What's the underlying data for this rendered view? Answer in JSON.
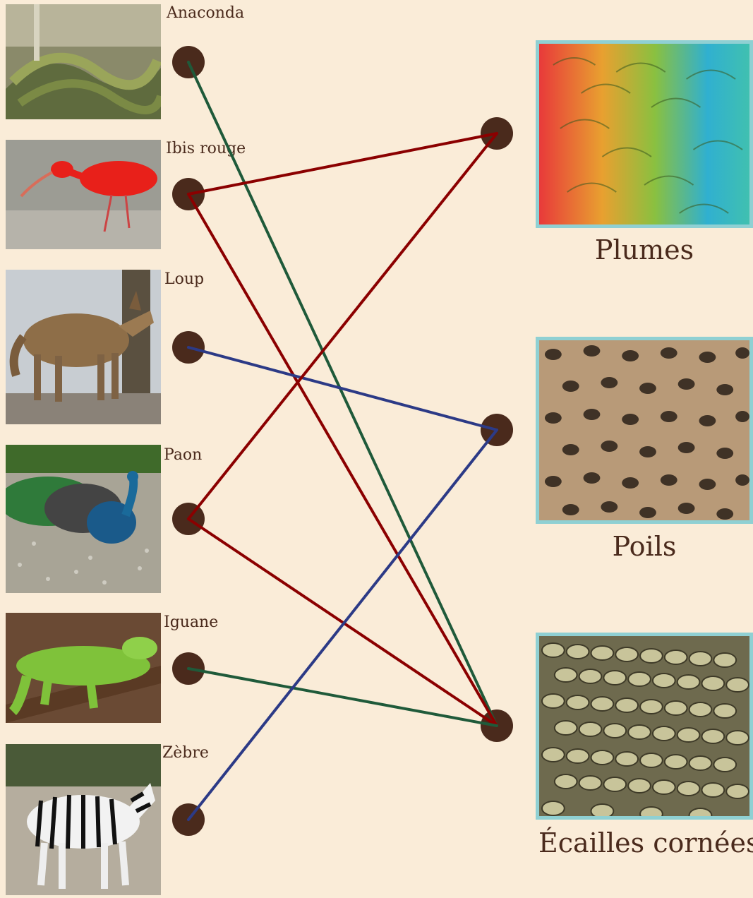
{
  "animals": [
    {
      "label": "Anaconda",
      "icon": "anaconda-photo"
    },
    {
      "label": "Ibis rouge",
      "icon": "scarlet-ibis-photo"
    },
    {
      "label": "Loup",
      "icon": "wolf-photo"
    },
    {
      "label": "Paon",
      "icon": "peacock-photo"
    },
    {
      "label": "Iguane",
      "icon": "iguana-photo"
    },
    {
      "label": "Zèbre",
      "icon": "zebra-photo"
    }
  ],
  "categories": [
    {
      "label": "Plumes",
      "icon": "feathers-texture"
    },
    {
      "label": "Poils",
      "icon": "fur-texture"
    },
    {
      "label": "Écailles cornées",
      "icon": "scales-texture"
    }
  ],
  "connections": [
    {
      "from": 0,
      "to": 2,
      "color": "#1f5a3a"
    },
    {
      "from": 1,
      "to": 0,
      "color": "#8b0000"
    },
    {
      "from": 1,
      "to": 2,
      "color": "#8b0000"
    },
    {
      "from": 2,
      "to": 1,
      "color": "#2c3a86"
    },
    {
      "from": 3,
      "to": 0,
      "color": "#8b0000"
    },
    {
      "from": 3,
      "to": 2,
      "color": "#8b0000"
    },
    {
      "from": 4,
      "to": 2,
      "color": "#1f5a3a"
    },
    {
      "from": 5,
      "to": 1,
      "color": "#2c3a86"
    }
  ],
  "colors": {
    "background": "#faecd8",
    "dot": "#4a2a1c",
    "texture_border": "#8fd0d3"
  }
}
